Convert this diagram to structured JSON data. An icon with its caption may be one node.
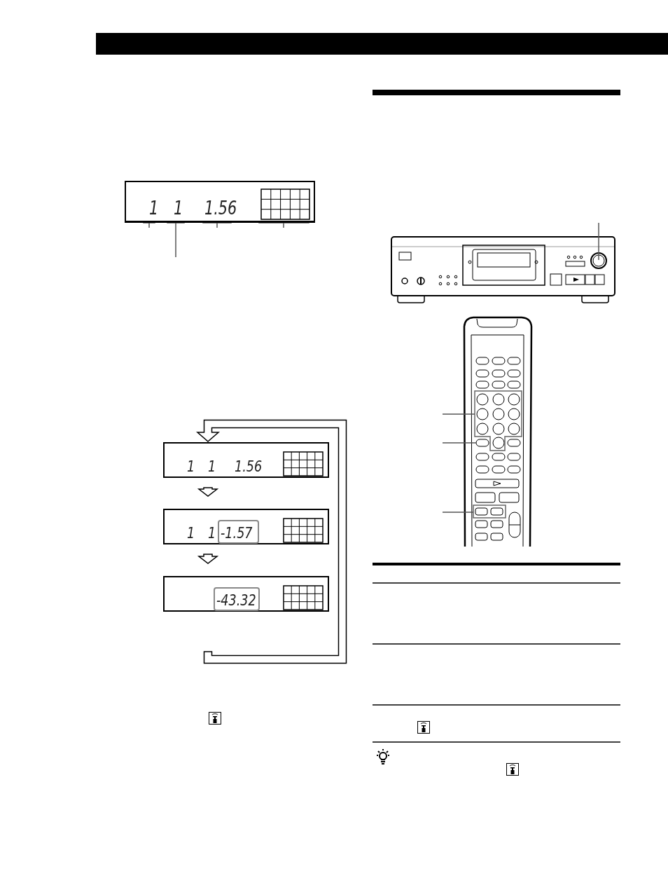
{
  "diagram": {
    "nodes": [
      {
        "text": [
          "1",
          "1",
          "1.56"
        ]
      },
      {
        "text": [
          "1",
          "1",
          "1.56"
        ]
      },
      {
        "text": [
          "1",
          "1",
          "-1.57"
        ]
      },
      {
        "text": [
          "-43.32"
        ]
      }
    ],
    "edges": [
      {
        "from": 1,
        "to": 2,
        "arrow": "to",
        "style": "thick"
      },
      {
        "from": 2,
        "to": 3,
        "arrow": "to",
        "style": "thick"
      },
      {
        "from": null,
        "to": 1,
        "arrow": "to",
        "style": "thick"
      },
      {
        "from": 0,
        "to": null,
        "arrow": "none"
      },
      {
        "from": 0,
        "to": null,
        "arrow": "none"
      },
      {
        "from": 0,
        "to": null,
        "arrow": "none"
      },
      {
        "from": 0,
        "to": null,
        "arrow": "none"
      }
    ]
  }
}
